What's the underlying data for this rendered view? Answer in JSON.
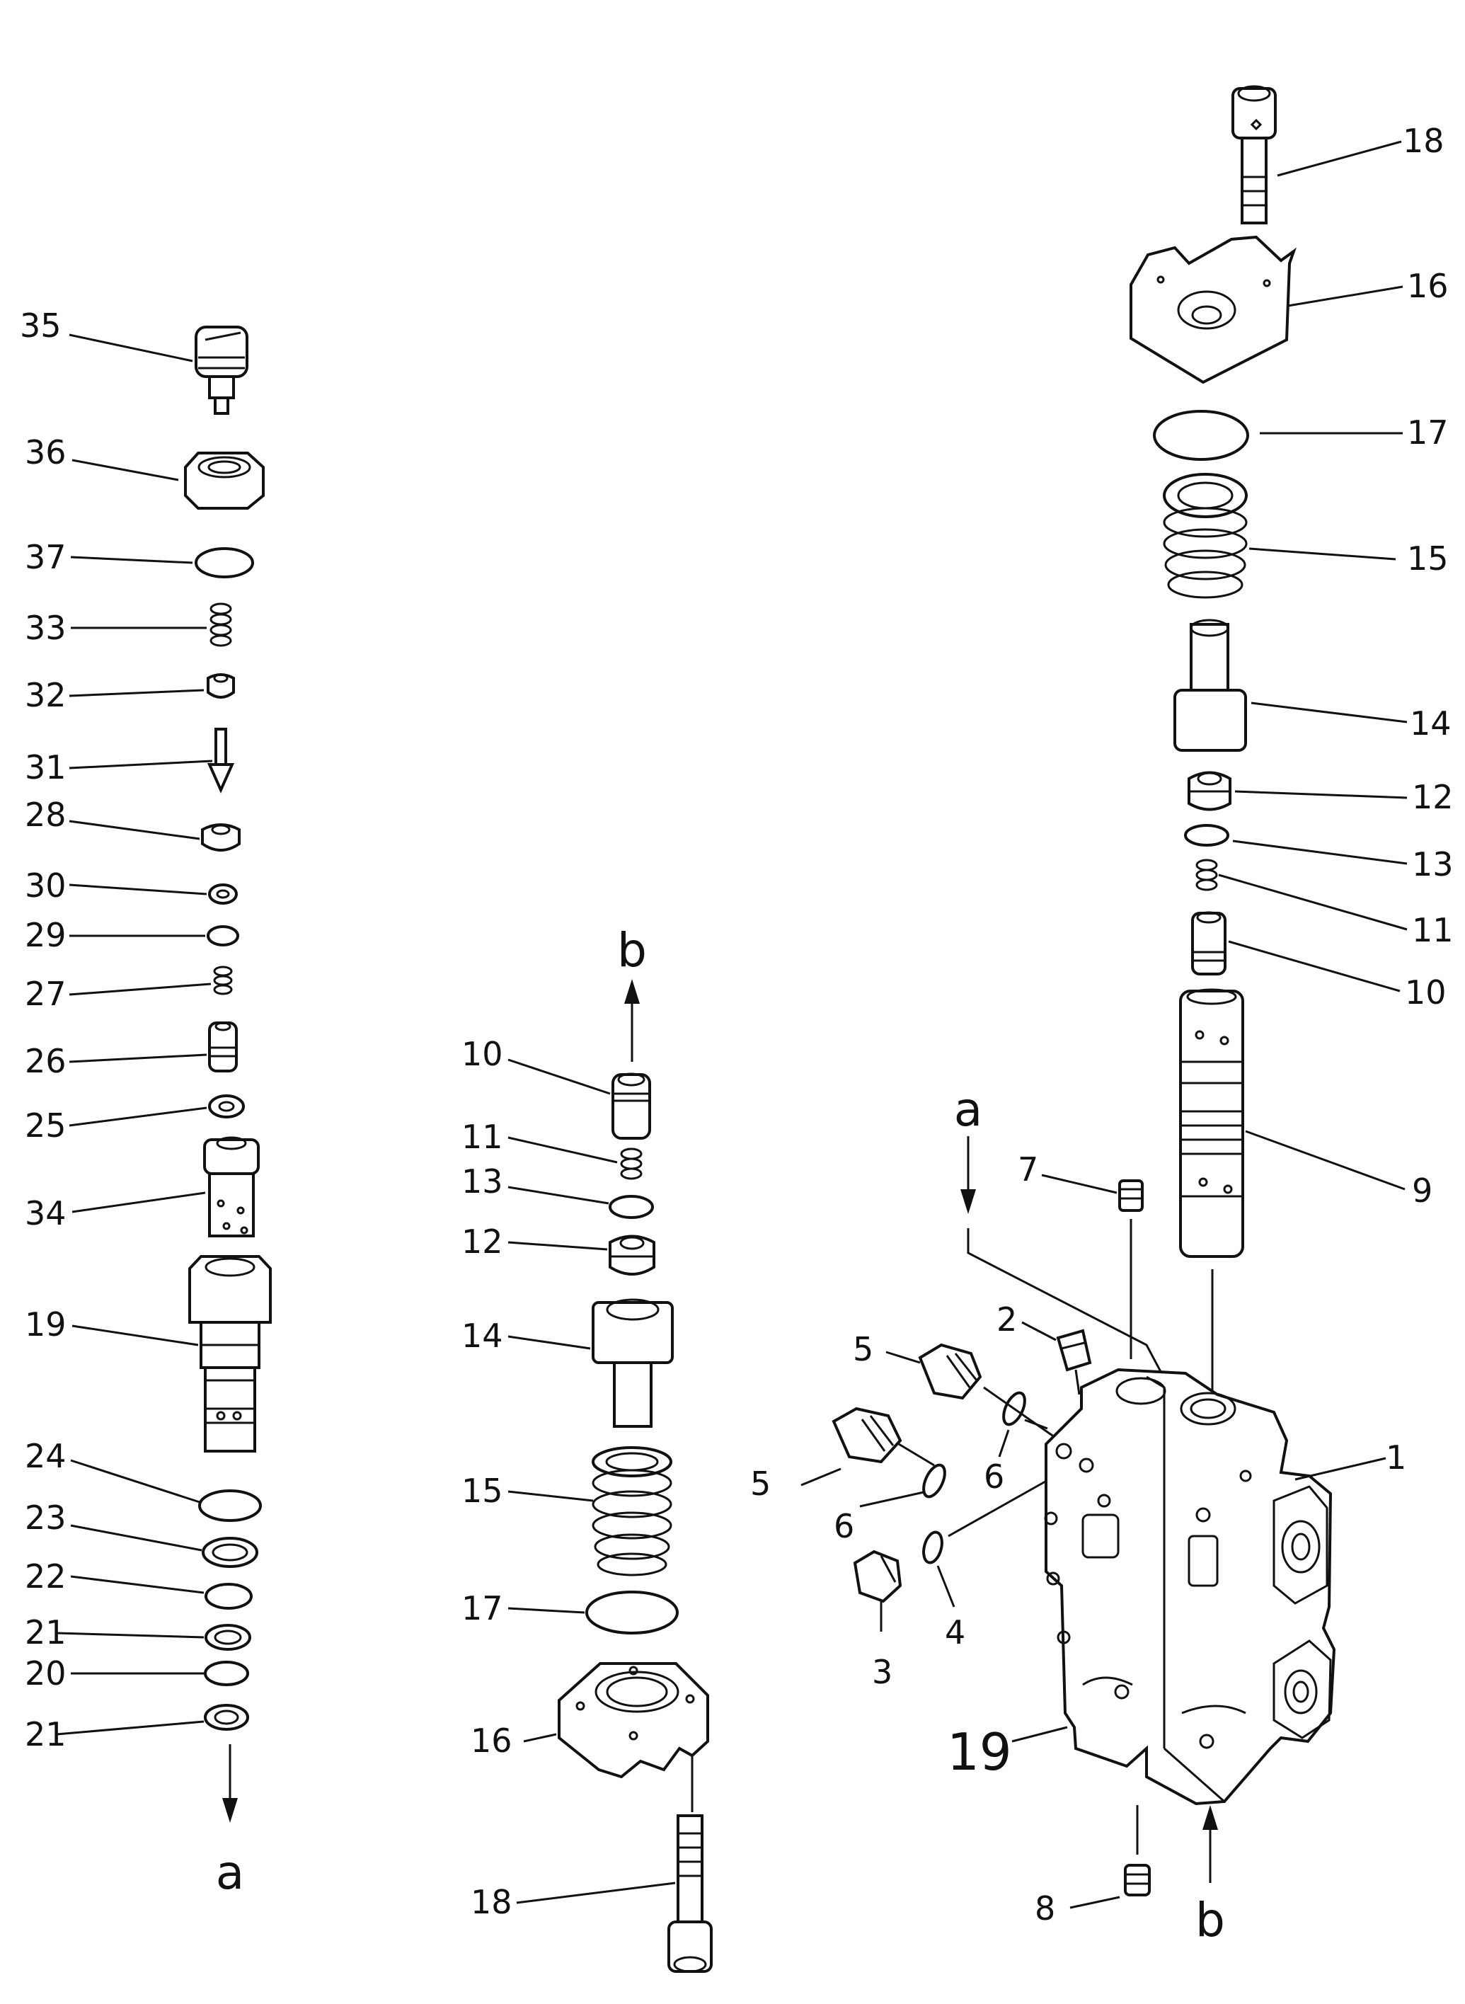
{
  "left_column_labels": [
    "35",
    "36",
    "37",
    "33",
    "32",
    "31",
    "28",
    "30",
    "29",
    "27",
    "26",
    "25",
    "34",
    "19",
    "24",
    "23",
    "22",
    "21",
    "20",
    "21"
  ],
  "middle_column_labels": [
    "10",
    "11",
    "13",
    "12",
    "14",
    "15",
    "17",
    "16",
    "18"
  ],
  "right_column_labels": [
    "18",
    "16",
    "17",
    "15",
    "14",
    "12",
    "13",
    "11",
    "10",
    "9",
    "7",
    "2",
    "5",
    "5",
    "6",
    "6",
    "4",
    "3",
    "1",
    "19",
    "8"
  ],
  "flow_markers": {
    "left_bottom": "a",
    "middle_top": "b",
    "body_top": "a",
    "body_bottom": "b"
  }
}
